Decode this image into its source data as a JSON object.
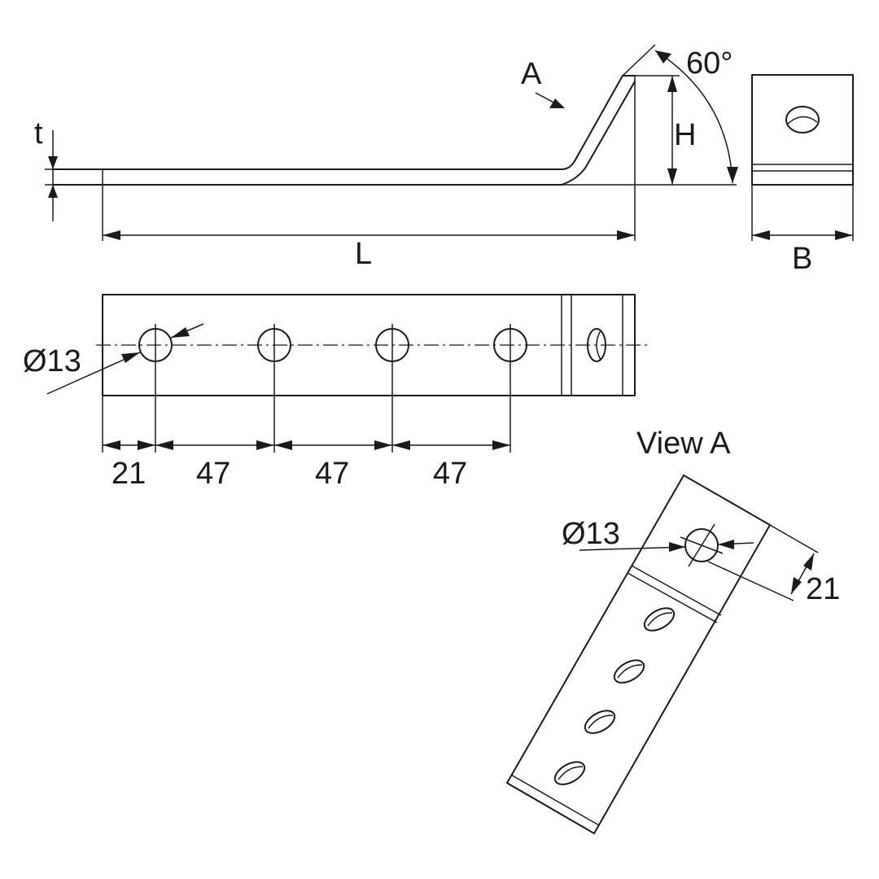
{
  "labels": {
    "thickness": "t",
    "length": "L",
    "height": "H",
    "angle": "60°",
    "view_arrow": "A",
    "width": "B",
    "hole_diameter_plan": "Ø13",
    "spacing_first": "21",
    "spacing_1": "47",
    "spacing_2": "47",
    "spacing_3": "47",
    "view_title": "View A",
    "hole_diameter_view": "Ø13",
    "edge_offset_view": "21"
  },
  "colors": {
    "line": "#1a1a1a",
    "background": "#ffffff"
  }
}
